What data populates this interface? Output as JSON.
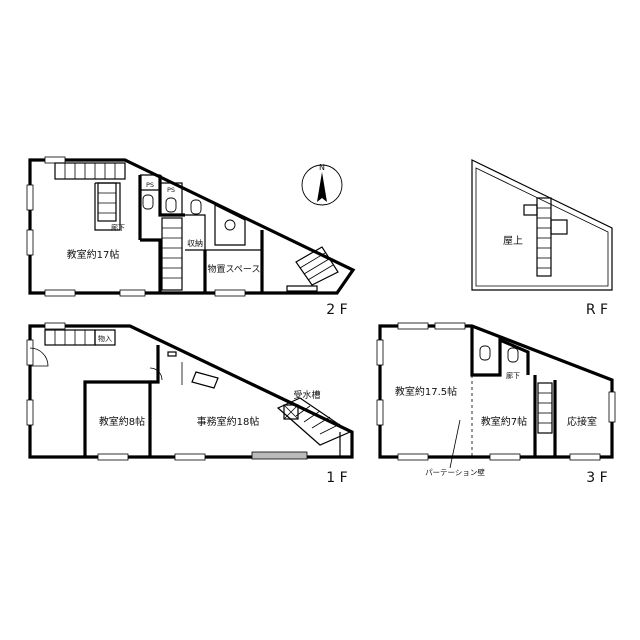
{
  "floors": {
    "f2": {
      "label": "2 F",
      "rooms": {
        "classroom": "教室約17帖",
        "storage_space": "物置スペース",
        "storage": "収納",
        "corridor": "廊下",
        "ps_1": "PS",
        "ps_2": "PS"
      }
    },
    "rf": {
      "label": "R F",
      "rooms": {
        "rooftop": "屋上"
      }
    },
    "f1": {
      "label": "1 F",
      "rooms": {
        "classroom": "教室約8帖",
        "office": "事務室約18帖",
        "water_tank": "受水槽",
        "storeroom": "物入"
      }
    },
    "f3": {
      "label": "3 F",
      "rooms": {
        "classroom_large": "教室約17.5帖",
        "classroom_small": "教室約7帖",
        "reception": "応接室",
        "corridor": "廊下"
      },
      "partition_note": "パーテーション壁"
    }
  },
  "compass": {
    "north": "N",
    "icon": "north-arrow-icon"
  }
}
